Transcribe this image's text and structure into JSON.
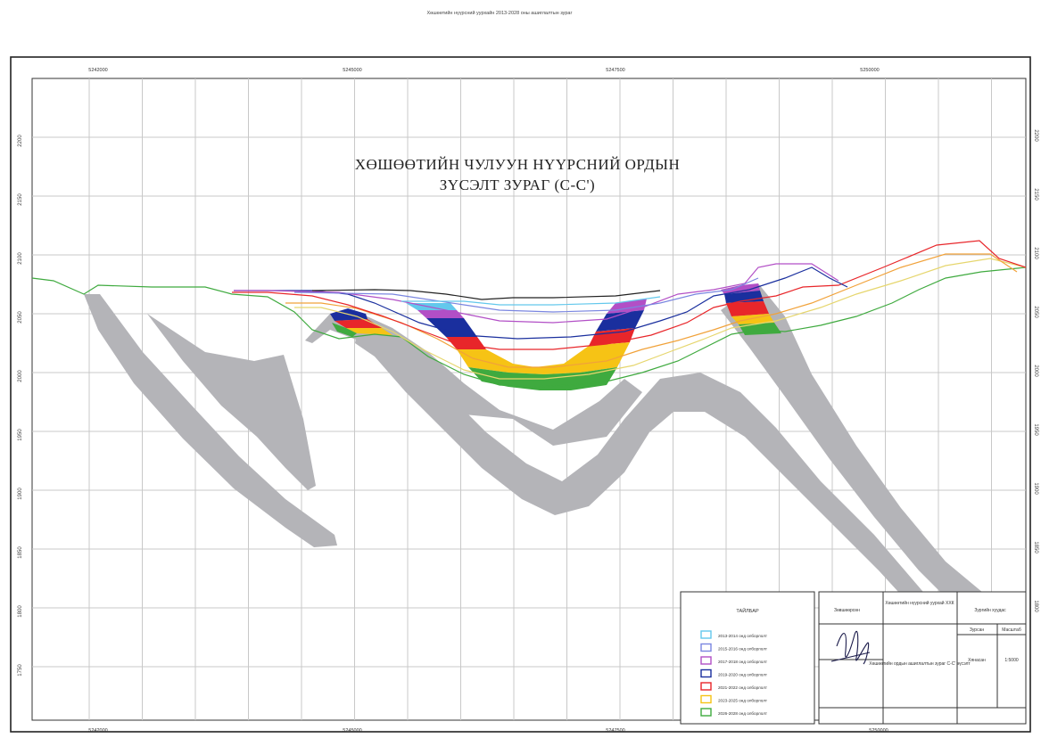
{
  "page_header": "Хөшөөтийн нүүрсний уурхайн 2013-2028 оны ашиглалтын зураг",
  "title": {
    "line1": "ХӨШӨӨТИЙН ЧУЛУУН НҮҮРСНИЙ ОРДЫН",
    "line2": "ЗҮСЭЛТ ЗУРАГ (С-С')"
  },
  "top_coords": [
    "5242000",
    "5245000",
    "5247500",
    "5250000"
  ],
  "bottom_coords": [
    "5242000",
    "5245000",
    "5247500",
    "5250000"
  ],
  "left_elevations": [
    "2200",
    "2150",
    "2100",
    "2050",
    "2000",
    "1950",
    "1900",
    "1850",
    "1800",
    "1750"
  ],
  "right_elevations": [
    "2200",
    "2150",
    "2100",
    "2050",
    "2000",
    "1950",
    "1900",
    "1850",
    "1800"
  ],
  "legend": {
    "title": "ТАЙЛБАР",
    "items": [
      {
        "label": "2013-2014 онд олборлолт",
        "color": "#63c8ec"
      },
      {
        "label": "2015-2016 онд олборлолт",
        "color": "#7a86e0"
      },
      {
        "label": "2017-2018 онд олборлолт",
        "color": "#b24fc6"
      },
      {
        "label": "2019-2020 онд олборлолт",
        "color": "#1a2f9e"
      },
      {
        "label": "2021-2022 онд олборлолт",
        "color": "#e8262a"
      },
      {
        "label": "2023-2025 онд олборлолт",
        "color": "#f6c315"
      },
      {
        "label": "2026-2028 онд олборлолт",
        "color": "#3faa3f"
      }
    ]
  },
  "stamp": {
    "org": "Хөшөөтийн нүүрсний уурхай ХХК",
    "sheet_no": "Зургийн хуудас",
    "drawing_name": "Хөшөөтийн ордын ашиглалтын зураг С-С' зүсэлт",
    "scale_label": "Масштаб",
    "scale_value": "1:5000",
    "approved": "Зөвшөөрсөн",
    "drawn_by": "Зурсан",
    "checked_by": "Хянасан"
  }
}
